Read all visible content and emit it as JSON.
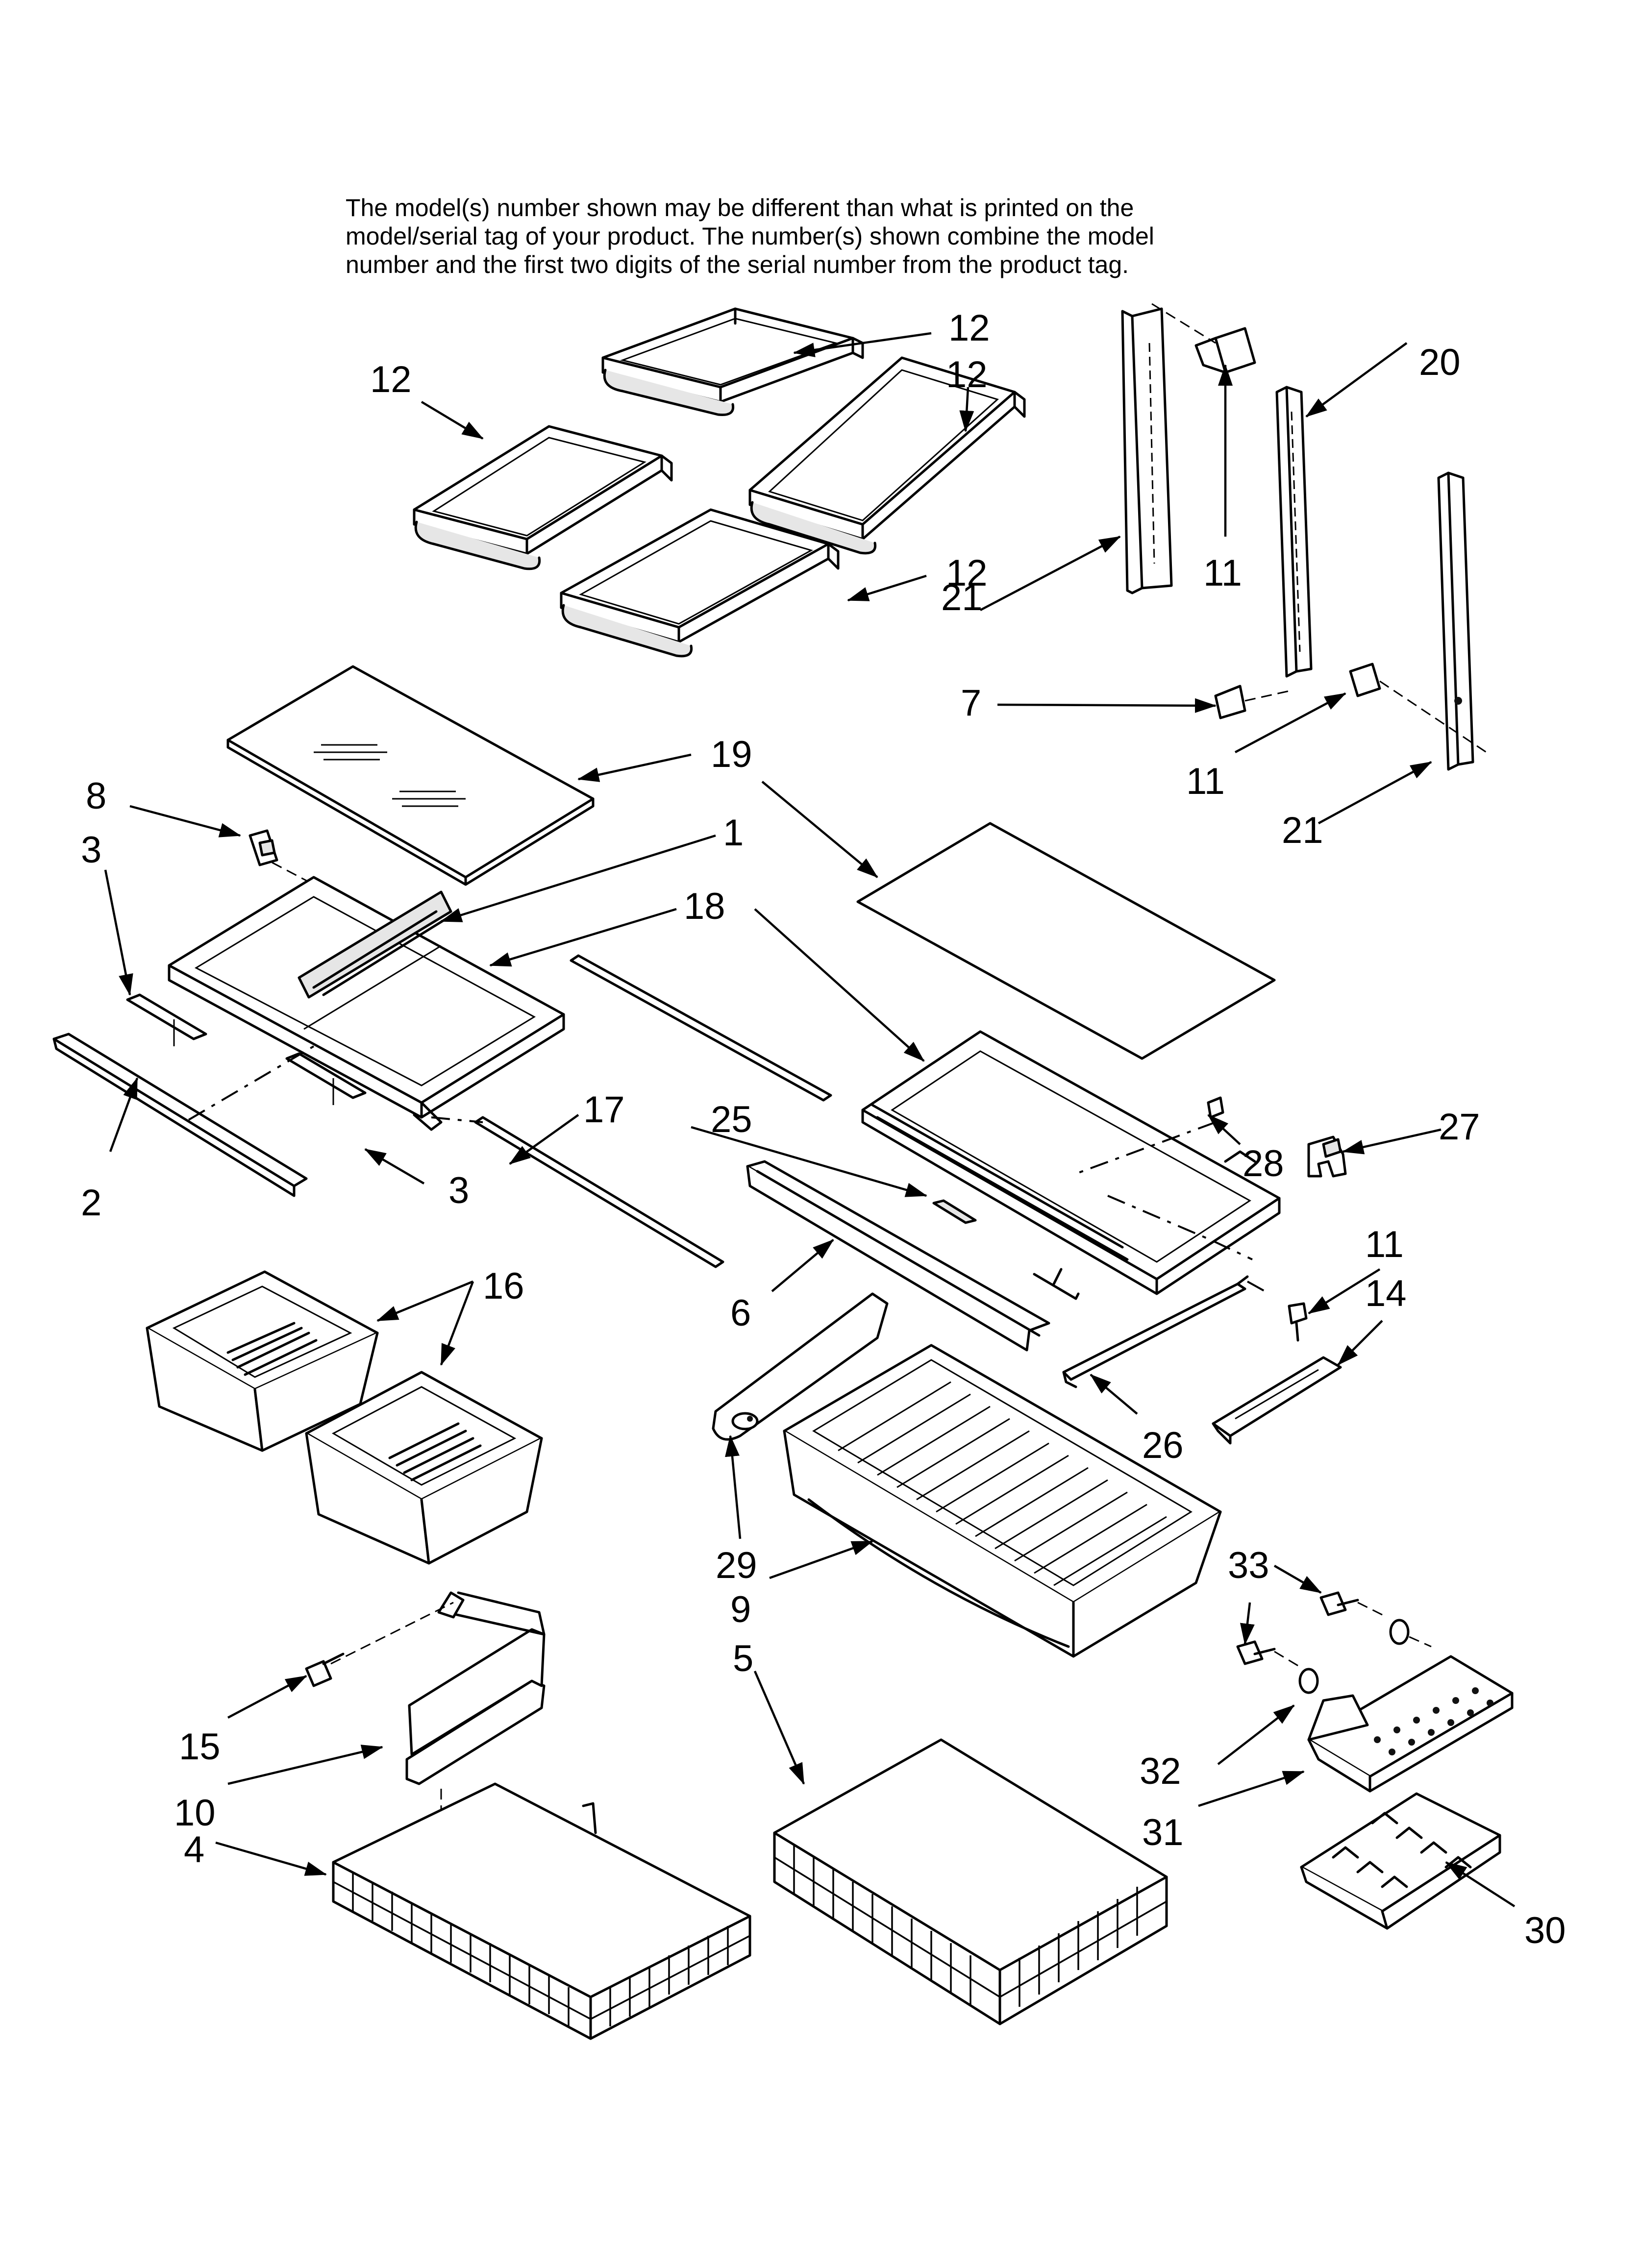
{
  "note": {
    "line1": "The model(s) number shown may be different than what is printed on the",
    "line2": "model/serial tag of your product. The number(s) shown combine the model",
    "line3": "number and the first two digits of the serial number from the product tag."
  },
  "callouts": [
    {
      "id": "c12a",
      "text": "12"
    },
    {
      "id": "c12b",
      "text": "12"
    },
    {
      "id": "c12c",
      "text": "12"
    },
    {
      "id": "c12d",
      "text": "12"
    },
    {
      "id": "c20",
      "text": "20"
    },
    {
      "id": "c11a",
      "text": "11"
    },
    {
      "id": "c21a",
      "text": "21"
    },
    {
      "id": "c7",
      "text": "7"
    },
    {
      "id": "c11b",
      "text": "11"
    },
    {
      "id": "c21b",
      "text": "21"
    },
    {
      "id": "c19",
      "text": "19"
    },
    {
      "id": "c8",
      "text": "8"
    },
    {
      "id": "c3a",
      "text": "3"
    },
    {
      "id": "c1",
      "text": "1"
    },
    {
      "id": "c18",
      "text": "18"
    },
    {
      "id": "c17",
      "text": "17"
    },
    {
      "id": "c2",
      "text": "2"
    },
    {
      "id": "c3b",
      "text": "3"
    },
    {
      "id": "c25",
      "text": "25"
    },
    {
      "id": "c28",
      "text": "28"
    },
    {
      "id": "c27",
      "text": "27"
    },
    {
      "id": "c16",
      "text": "16"
    },
    {
      "id": "c6",
      "text": "6"
    },
    {
      "id": "c11c",
      "text": "11"
    },
    {
      "id": "c14",
      "text": "14"
    },
    {
      "id": "c26",
      "text": "26"
    },
    {
      "id": "c29",
      "text": "29"
    },
    {
      "id": "c9",
      "text": "9"
    },
    {
      "id": "c33",
      "text": "33"
    },
    {
      "id": "c5",
      "text": "5"
    },
    {
      "id": "c15",
      "text": "15"
    },
    {
      "id": "c10",
      "text": "10"
    },
    {
      "id": "c32",
      "text": "32"
    },
    {
      "id": "c31",
      "text": "31"
    },
    {
      "id": "c4",
      "text": "4"
    },
    {
      "id": "c30",
      "text": "30"
    }
  ]
}
